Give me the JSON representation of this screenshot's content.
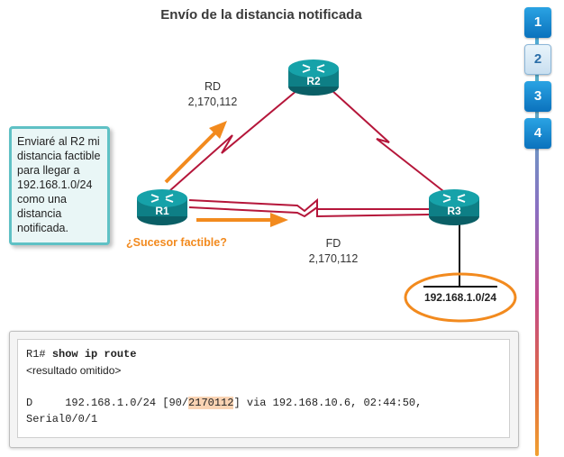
{
  "title": "Envío de la distancia notificada",
  "routers": {
    "r1": "R1",
    "r2": "R2",
    "r3": "R3"
  },
  "rd": {
    "name": "RD",
    "value": "2,170,112"
  },
  "fd": {
    "name": "FD",
    "value": "2,170,112"
  },
  "callout": {
    "lines": [
      "Enviaré al R2 mi",
      "distancia factible",
      "para llegar a",
      "192.168.1.0/24",
      "como una",
      "distancia",
      "notificada."
    ]
  },
  "sucesor_label": "¿Sucesor factible?",
  "network": "192.168.1.0/24",
  "console": {
    "prompt": "R1#",
    "command": "show ip route",
    "omitted": "<resultado omitido>",
    "route_code": "D",
    "route_pre": "192.168.1.0/24 [90/",
    "route_highlight": "2170112",
    "route_post": "] via 192.168.10.6, 02:44:50,",
    "route_iface": "Serial0/0/1"
  },
  "nav": [
    "1",
    "2",
    "3",
    "4"
  ],
  "nav_active": "2",
  "colors": {
    "router": "#0e7f86",
    "link": "#b5163a",
    "arrow": "#f28a1e",
    "callout_border": "#5fc1c5",
    "nav": "#0b72bd"
  }
}
